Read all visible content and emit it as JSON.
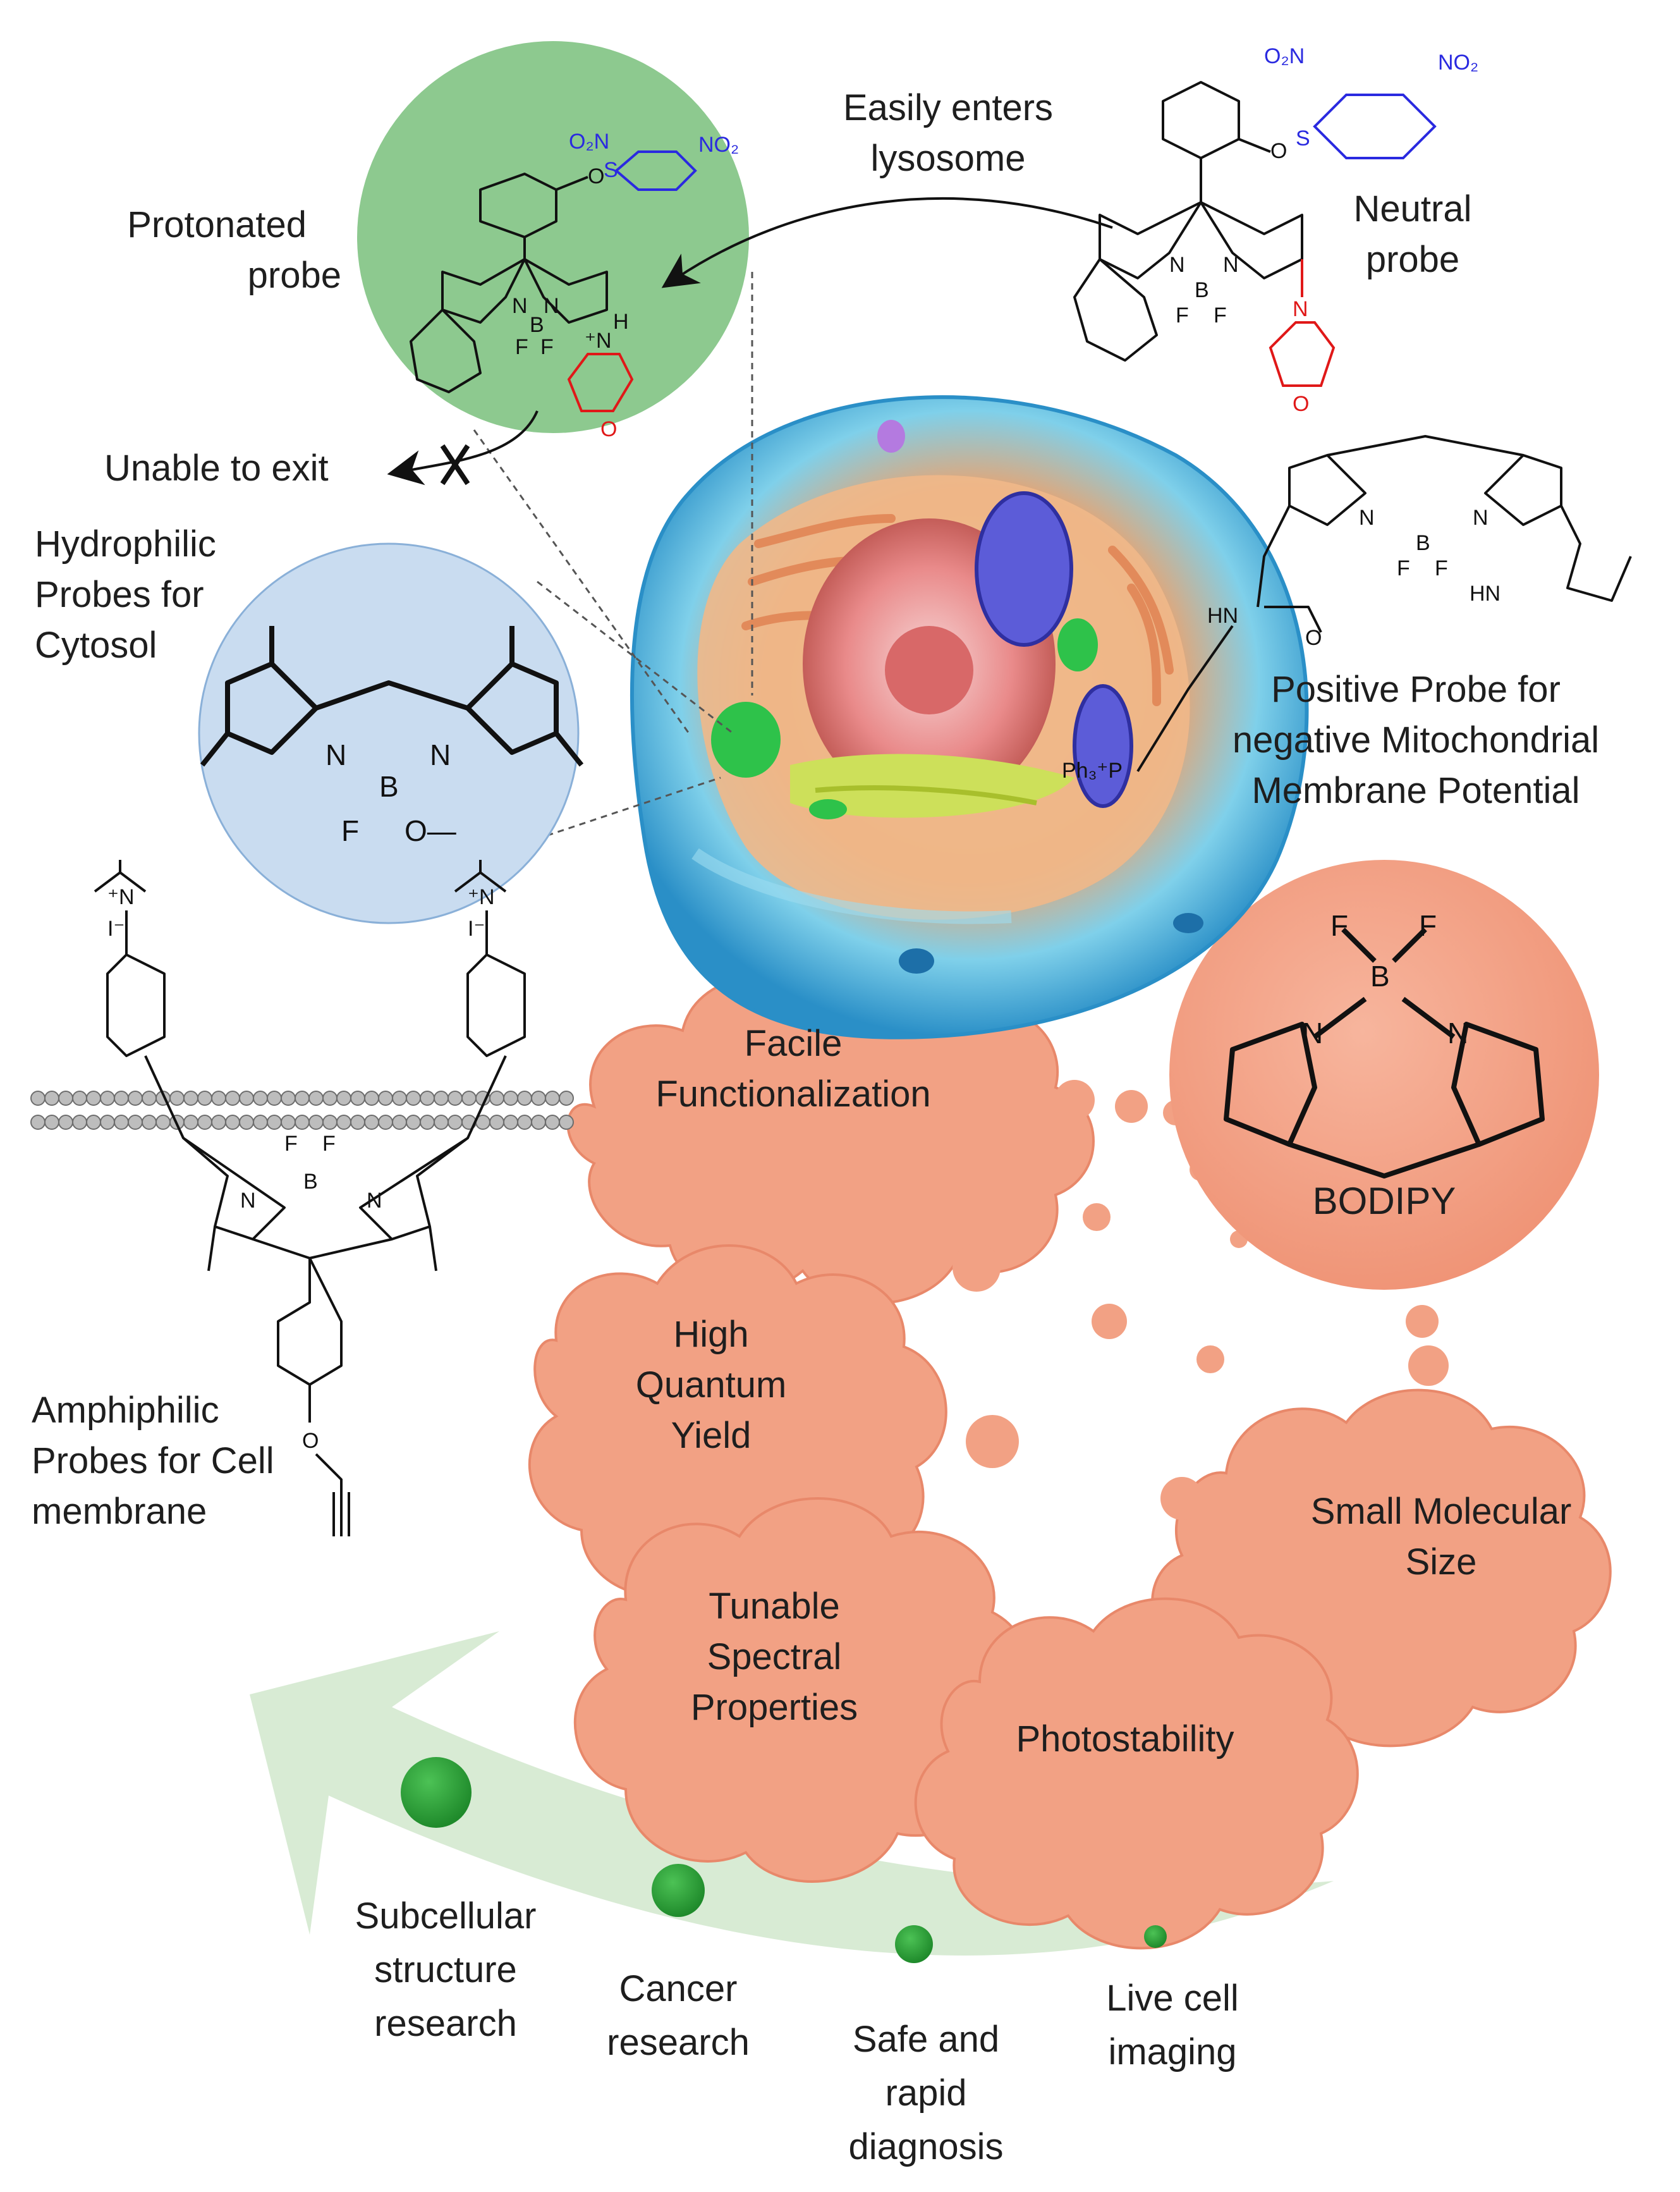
{
  "labels": {
    "easily_enters": [
      "Easily enters",
      "lysosome"
    ],
    "protonated_probe": [
      "Protonated",
      "probe"
    ],
    "neutral_probe": [
      "Neutral",
      "probe"
    ],
    "unable_to_exit": "Unable to exit",
    "hydrophilic": [
      "Hydrophilic",
      "Probes for",
      "Cytosol"
    ],
    "positive_probe": [
      "Positive Probe for",
      "negative Mitochondrial",
      "Membrane Potential"
    ],
    "amphiphilic": [
      "Amphiphilic",
      "Probes for Cell",
      "membrane"
    ],
    "bodipy": "BODIPY"
  },
  "clouds": {
    "facile": [
      "Facile",
      "Functionalization"
    ],
    "quantum": [
      "High",
      "Quantum",
      "Yield"
    ],
    "small": [
      "Small Molecular",
      "Size"
    ],
    "tunable": [
      "Tunable",
      "Spectral",
      "Properties"
    ],
    "photo": "Photostability"
  },
  "applications": {
    "subcellular": [
      "Subcellular",
      "structure",
      "research"
    ],
    "cancer": [
      "Cancer",
      "research"
    ],
    "safe": [
      "Safe and",
      "rapid",
      "diagnosis"
    ],
    "live": [
      "Live cell",
      "imaging"
    ]
  },
  "atoms": {
    "N": "N",
    "B": "B",
    "F": "F",
    "O": "O",
    "S": "S",
    "H": "H",
    "HN": "HN",
    "NO2": "NO₂",
    "O2N": "O₂N",
    "Ph3P": "Ph₃⁺P",
    "Nplus": "⁺N",
    "I": "I⁻",
    "OMe": "O—"
  },
  "colors": {
    "cloud": "#f2a184",
    "cloud_edge": "#e8886a",
    "green_circle": "#8dc98f",
    "blue_circle": "#c9dcf0",
    "arrow_fill": "#d6ead2",
    "dot_green": "#2f9e3a",
    "nitro_blue": "#2a2ae0",
    "morpholine_red": "#e01818"
  }
}
